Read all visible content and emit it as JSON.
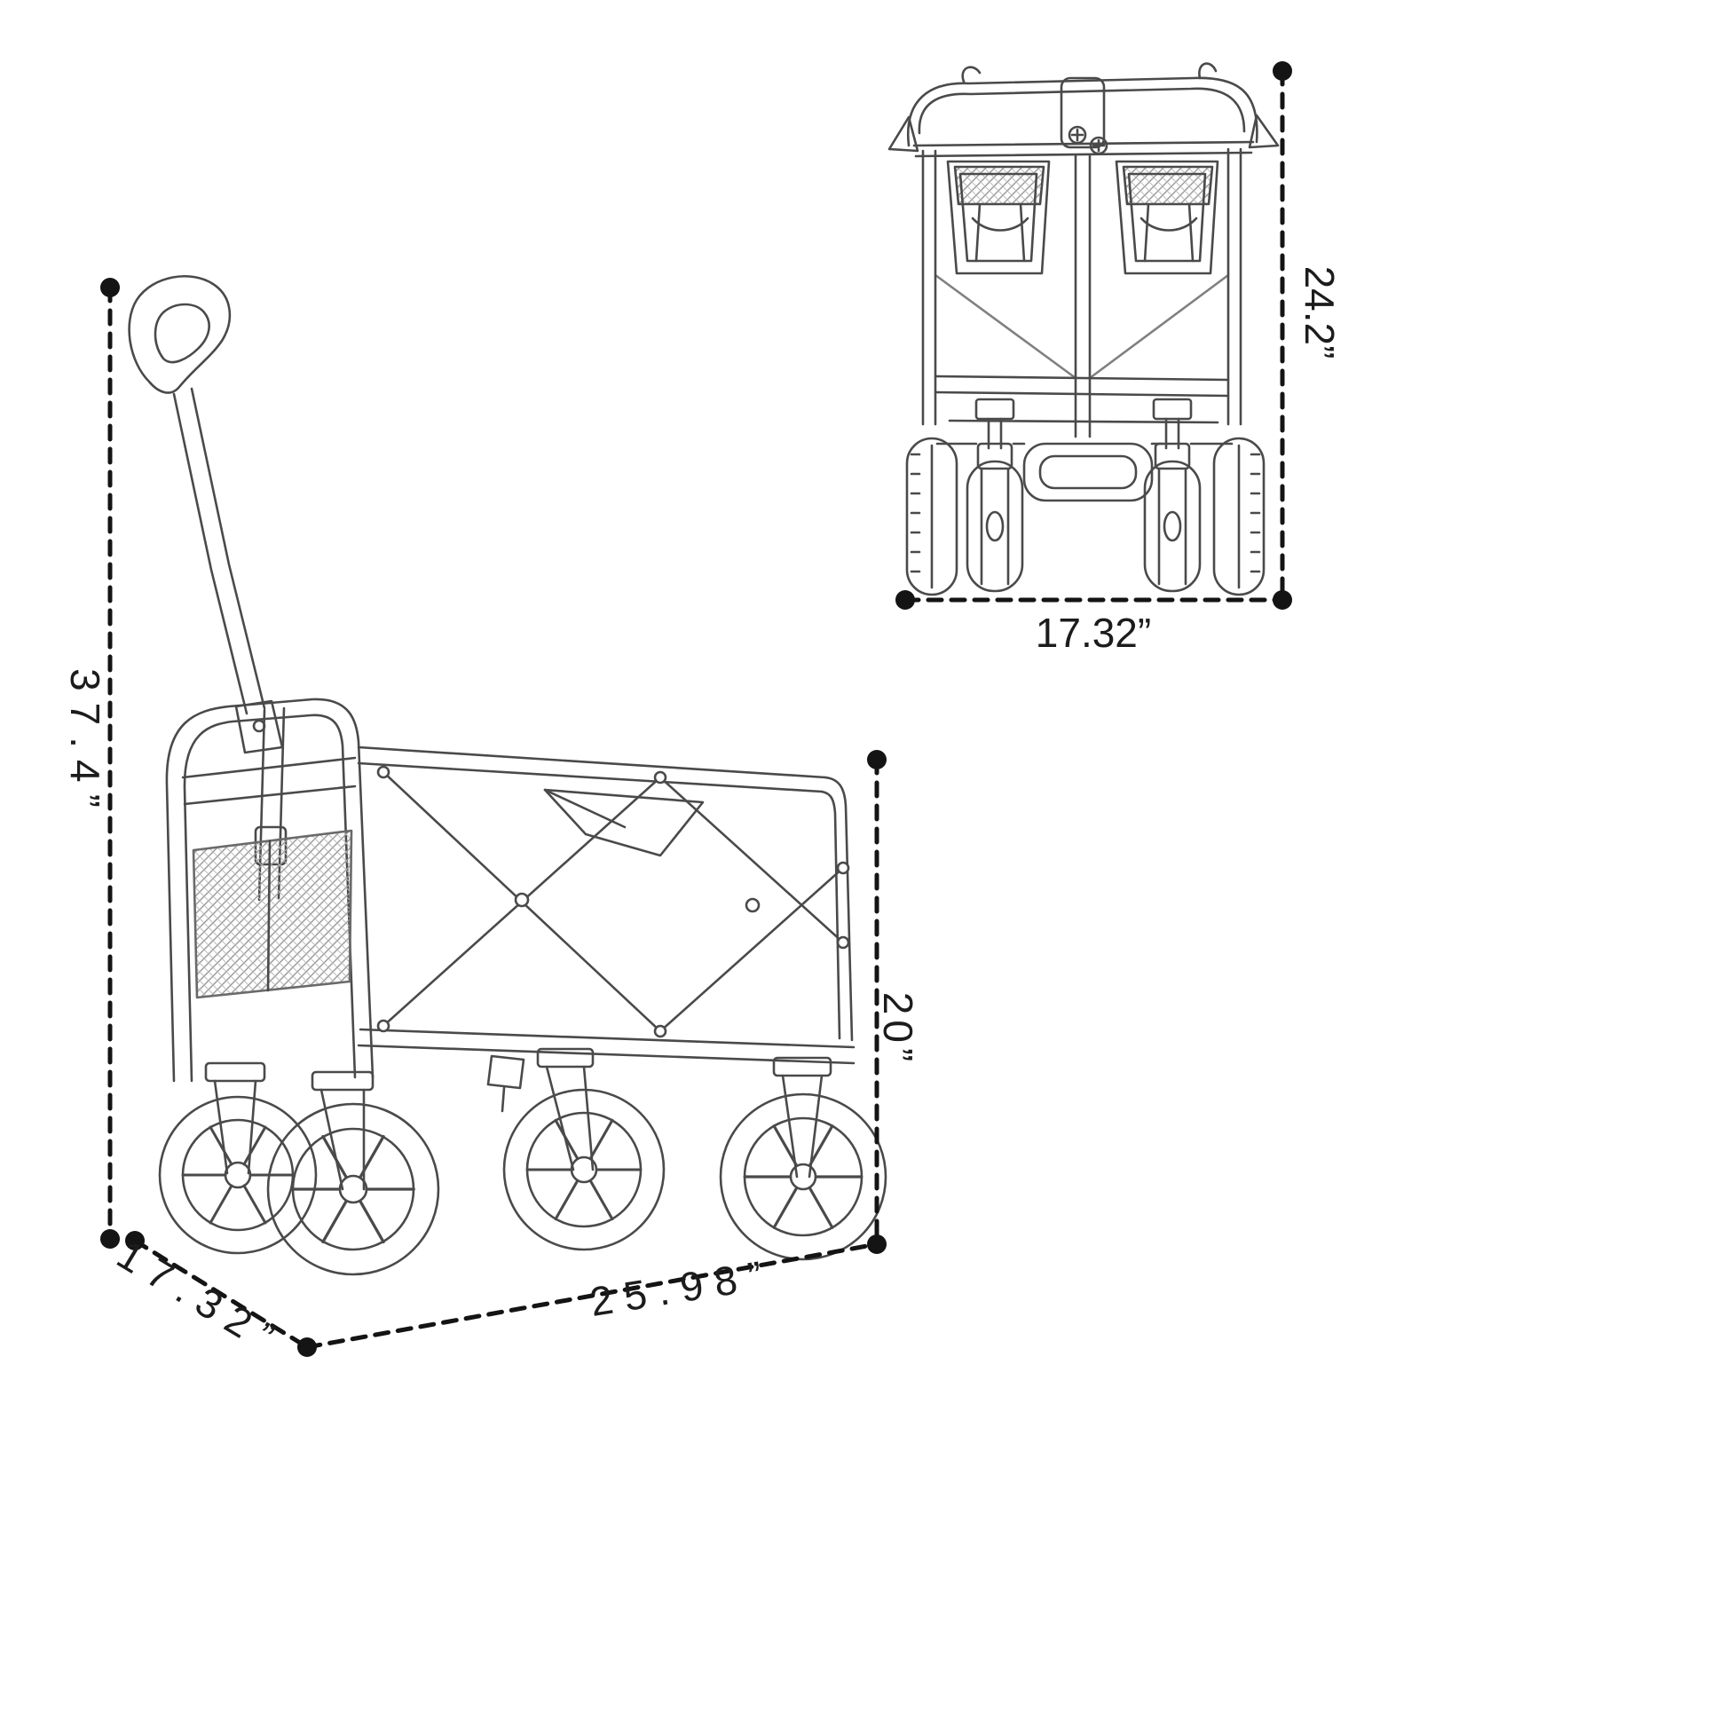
{
  "colors": {
    "background": "#ffffff",
    "ink": "#141414",
    "sketch": "#4a4a4a"
  },
  "front_view": {
    "height_label": "24.2”",
    "width_label": "17.32”"
  },
  "side_view": {
    "height_label": "37.4”",
    "depth_label": "17.32”",
    "length_label": "25.98”",
    "body_height_label": "20”"
  }
}
